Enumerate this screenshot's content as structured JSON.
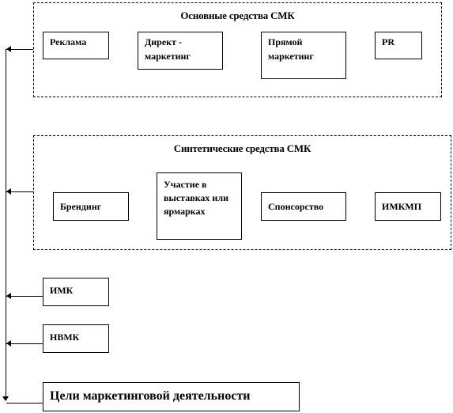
{
  "groups": {
    "core": {
      "title": "Основные средства СМК",
      "items": [
        "Реклама",
        "Директ - маркетинг",
        "Прямой маркетинг",
        "PR"
      ]
    },
    "synthetic": {
      "title": "Синтетические средства СМК",
      "items": [
        "Брендинг",
        "Участие в выставках или ярмарках",
        "Спонсорство",
        "ИМКМП"
      ]
    }
  },
  "standalone": [
    "ИМК",
    "НВМК"
  ],
  "goal": "Цели маркетинговой деятельности"
}
